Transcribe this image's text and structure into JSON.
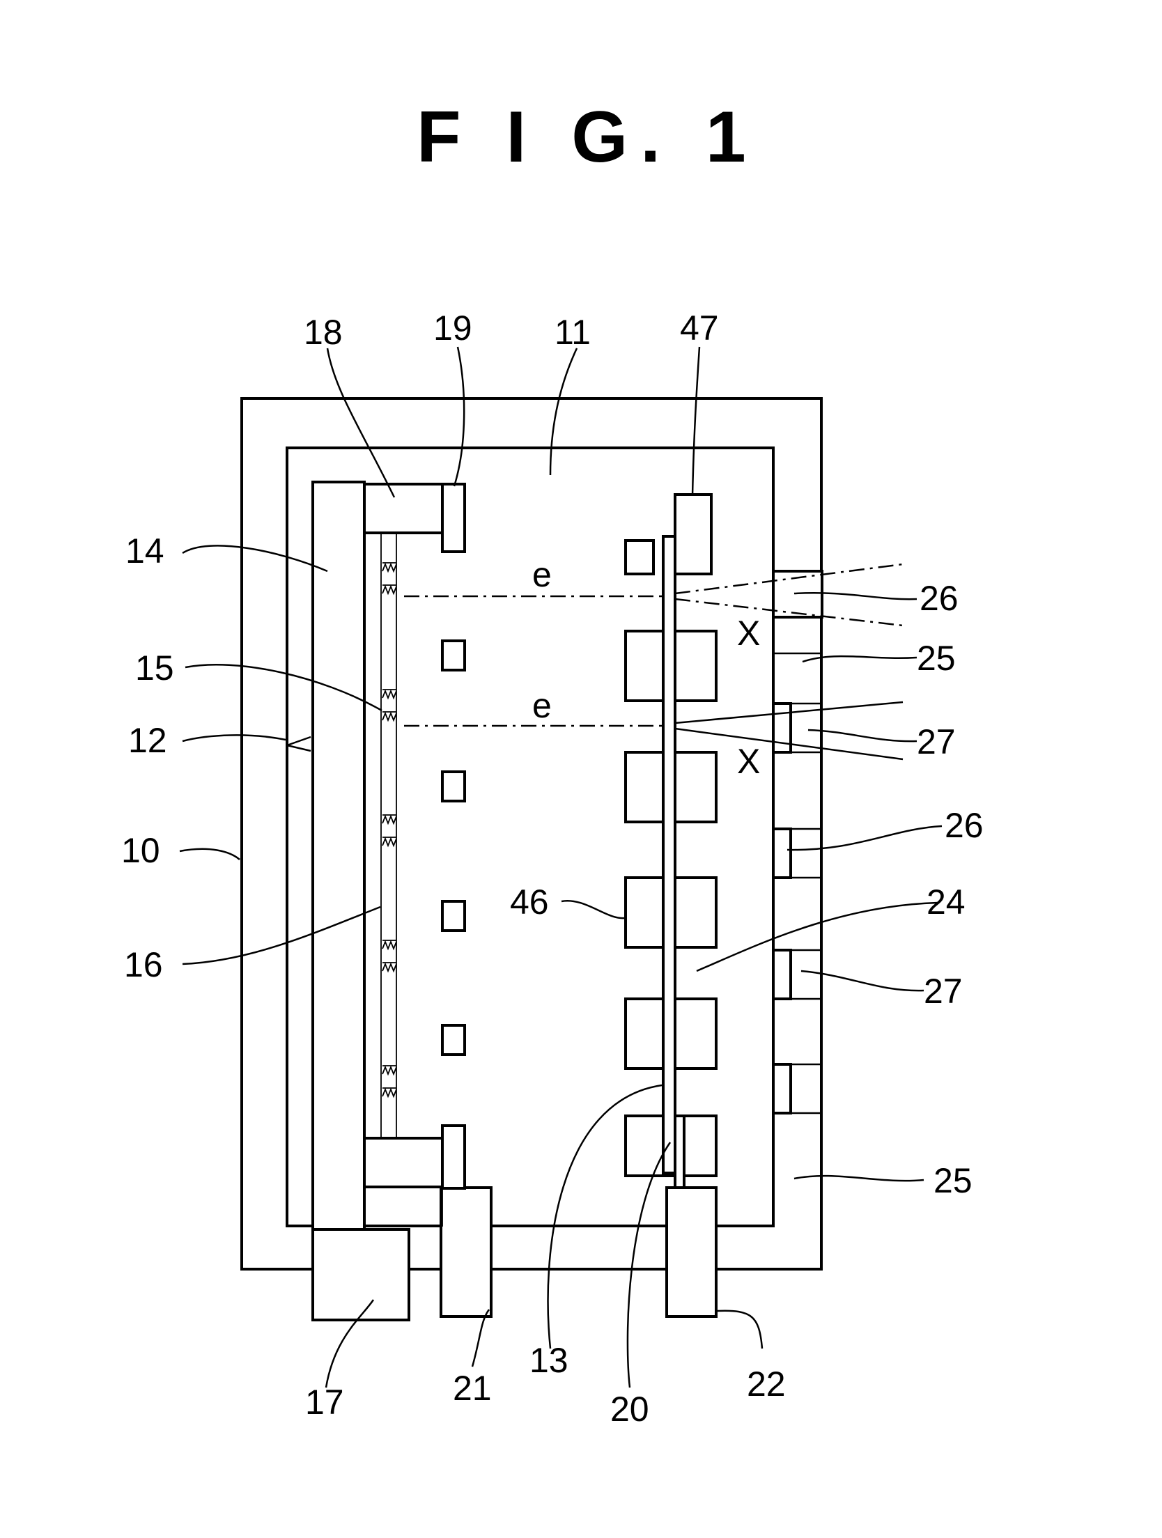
{
  "figure": {
    "title": "F I G. 1"
  },
  "labels": {
    "l10": "10",
    "l11": "11",
    "l12": "12",
    "l13": "13",
    "l14": "14",
    "l15": "15",
    "l16": "16",
    "l17": "17",
    "l18": "18",
    "l19": "19",
    "l20": "20",
    "l21": "21",
    "l22": "22",
    "l24": "24",
    "l25a": "25",
    "l25b": "25",
    "l26a": "26",
    "l26b": "26",
    "l27a": "27",
    "l27b": "27",
    "l46": "46",
    "l47": "47",
    "e1": "e",
    "e2": "e",
    "x1": "X",
    "x2": "X"
  }
}
